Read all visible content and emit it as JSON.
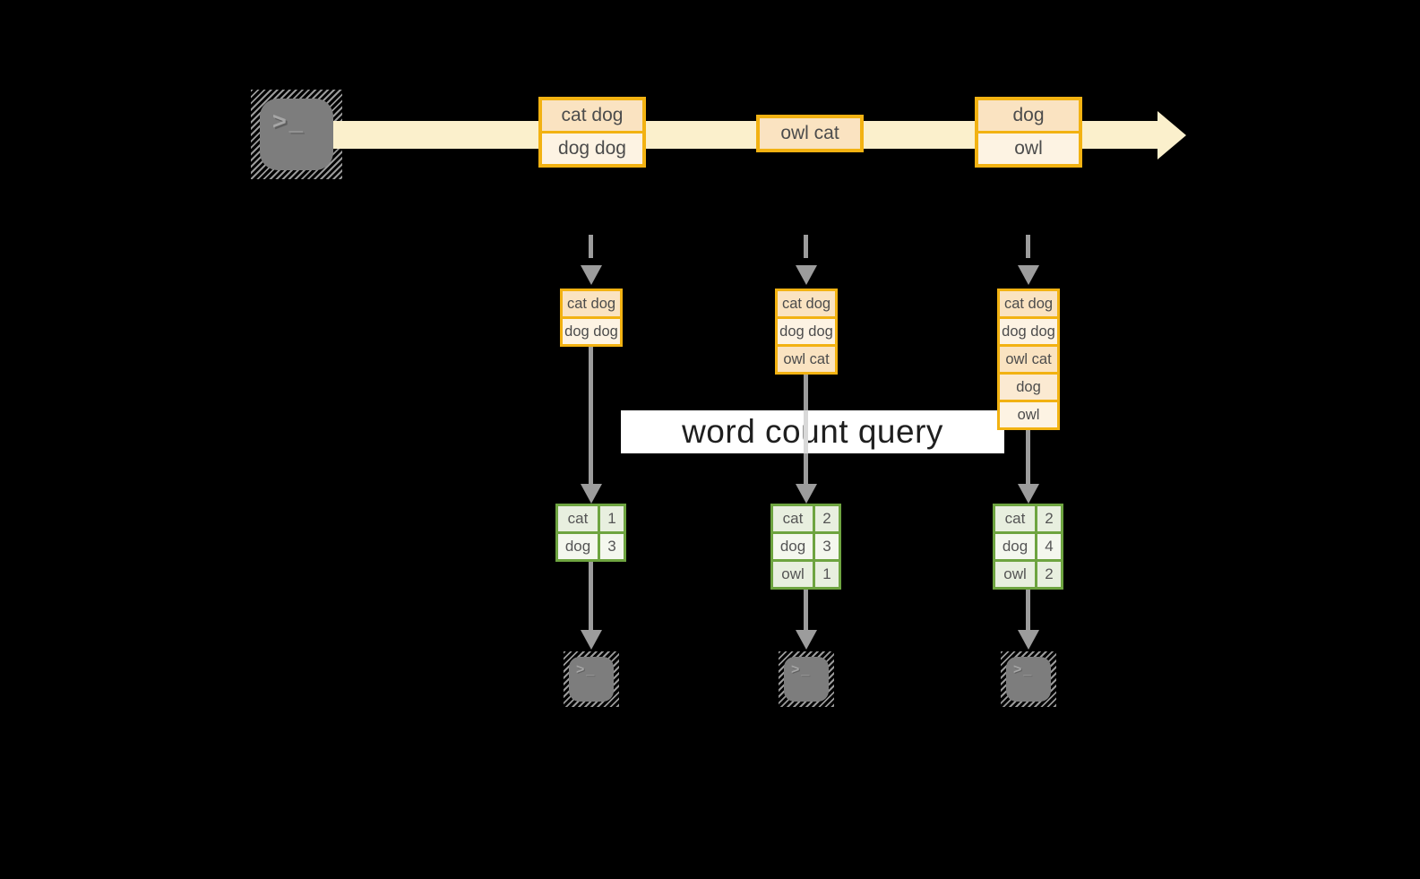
{
  "banner": {
    "label": "word count query"
  },
  "colors": {
    "background": "#000000",
    "stream_cream": "#FBF0CC",
    "orange_border": "#F2B212",
    "peach_dark": "#FAE3C1",
    "peach_mid": "#FBEAD2",
    "peach_light": "#FDF3E3",
    "green_border": "#6EA440",
    "green_cell_dark": "#E8EFDF",
    "green_cell_light": "#F4F7EE",
    "arrow_gray": "#9C9C9C",
    "terminal_gray": "#7D7D7D",
    "banner_bg": "#FFFFFF"
  },
  "source_terminal": {
    "glyph": ">_"
  },
  "stream": {
    "boxes": [
      {
        "rows": [
          "cat dog",
          "dog dog"
        ]
      },
      {
        "rows": [
          "owl cat"
        ]
      },
      {
        "rows": [
          "dog",
          "owl"
        ]
      }
    ]
  },
  "columns": [
    {
      "input_rows": [
        "cat dog",
        "dog dog"
      ],
      "counts": [
        {
          "word": "cat",
          "count": "1"
        },
        {
          "word": "dog",
          "count": "3"
        }
      ],
      "sink_glyph": ">_"
    },
    {
      "input_rows": [
        "cat dog",
        "dog dog",
        "owl cat"
      ],
      "counts": [
        {
          "word": "cat",
          "count": "2"
        },
        {
          "word": "dog",
          "count": "3"
        },
        {
          "word": "owl",
          "count": "1"
        }
      ],
      "sink_glyph": ">_"
    },
    {
      "input_rows": [
        "cat dog",
        "dog dog",
        "owl cat",
        "dog",
        "owl"
      ],
      "counts": [
        {
          "word": "cat",
          "count": "2"
        },
        {
          "word": "dog",
          "count": "4"
        },
        {
          "word": "owl",
          "count": "2"
        }
      ],
      "sink_glyph": ">_"
    }
  ]
}
